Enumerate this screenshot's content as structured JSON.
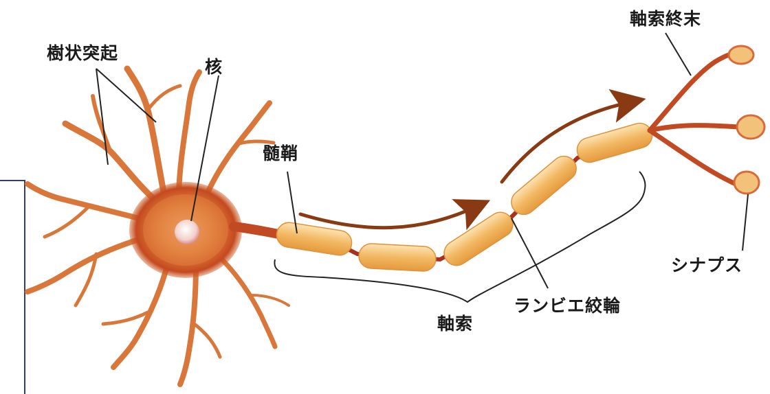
{
  "labels": {
    "dendrite": "樹状突起",
    "nucleus": "核",
    "myelin": "髄鞘",
    "axon_terminal": "軸索終末",
    "synapse": "シナプス",
    "node_of_ranvier": "ランビエ絞輪",
    "axon": "軸索"
  },
  "colors": {
    "dendrite": "#d9773a",
    "cell_body": "#e07b3c",
    "cell_core": "#b8401e",
    "nucleus": "#f3d6d2",
    "myelin": "#f2b862",
    "axon": "#a8301c",
    "arrow": "#8a3a12",
    "leader_line": "#222222"
  }
}
